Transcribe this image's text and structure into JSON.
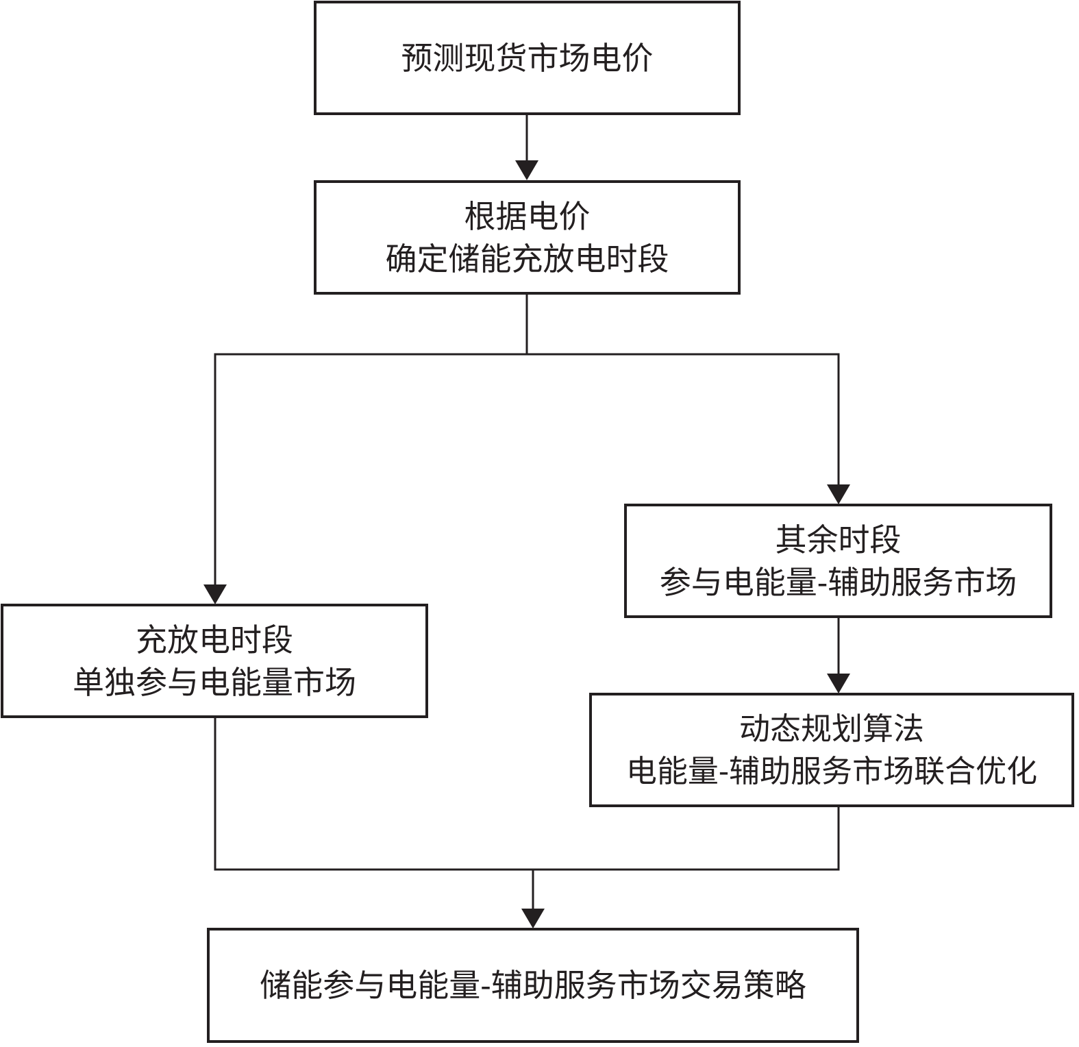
{
  "flowchart": {
    "nodes": {
      "forecast": {
        "lines": [
          "预测现货市场电价"
        ]
      },
      "periods": {
        "lines": [
          "根据电价",
          "确定储能充放电时段"
        ]
      },
      "other_periods": {
        "lines": [
          "其余时段",
          "参与电能量-辅助服务市场"
        ]
      },
      "dynamic_programming": {
        "lines": [
          "动态规划算法",
          "电能量-辅助服务市场联合优化"
        ]
      },
      "charge_periods": {
        "lines": [
          "充放电时段",
          "单独参与电能量市场"
        ]
      },
      "strategy": {
        "lines": [
          "储能参与电能量-辅助服务市场交易策略"
        ]
      }
    },
    "edges": [
      {
        "from": "forecast",
        "to": "periods"
      },
      {
        "from": "periods",
        "to": "charge_periods"
      },
      {
        "from": "periods",
        "to": "other_periods"
      },
      {
        "from": "other_periods",
        "to": "dynamic_programming"
      },
      {
        "from": "charge_periods",
        "to": "strategy"
      },
      {
        "from": "dynamic_programming",
        "to": "strategy"
      }
    ],
    "colors": {
      "line": "#231f20",
      "background": "#ffffff"
    }
  }
}
